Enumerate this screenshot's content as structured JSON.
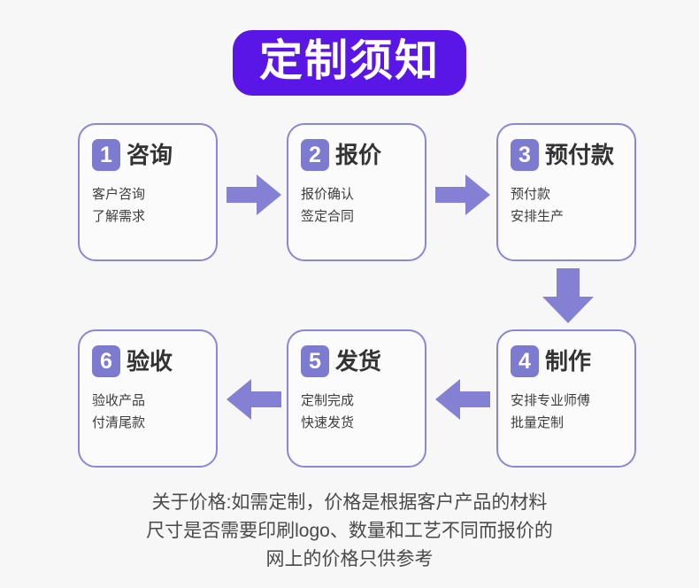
{
  "page": {
    "background_color": "#f7f7f7"
  },
  "header": {
    "title": "定制须知",
    "banner_color": "#5a16e6",
    "title_color": "#ffffff"
  },
  "theme": {
    "card_border_color": "#8a87d8",
    "badge_color": "#7d7bd0",
    "arrow_color": "#8481d4"
  },
  "steps": [
    {
      "number": "1",
      "title": "咨询",
      "lines": [
        "客户咨询",
        "了解需求"
      ]
    },
    {
      "number": "2",
      "title": "报价",
      "lines": [
        "报价确认",
        "签定合同"
      ]
    },
    {
      "number": "3",
      "title": "预付款",
      "lines": [
        "预付款",
        "安排生产"
      ]
    },
    {
      "number": "4",
      "title": "制作",
      "lines": [
        "安排专业师傅",
        "批量定制"
      ]
    },
    {
      "number": "5",
      "title": "发货",
      "lines": [
        "定制完成",
        "快速发货"
      ]
    },
    {
      "number": "6",
      "title": "验收",
      "lines": [
        "验收产品",
        "付清尾款"
      ]
    }
  ],
  "arrows": [
    {
      "name": "arrow-step1-to-step2",
      "direction": "right"
    },
    {
      "name": "arrow-step2-to-step3",
      "direction": "right"
    },
    {
      "name": "arrow-step3-to-step4",
      "direction": "down"
    },
    {
      "name": "arrow-step4-to-step5",
      "direction": "left"
    },
    {
      "name": "arrow-step5-to-step6",
      "direction": "left"
    }
  ],
  "footer": {
    "lines": [
      "关于价格:如需定制，价格是根据客户产品的材料",
      "尺寸是否需要印刷logo、数量和工艺不同而报价的",
      "网上的价格只供参考"
    ]
  }
}
